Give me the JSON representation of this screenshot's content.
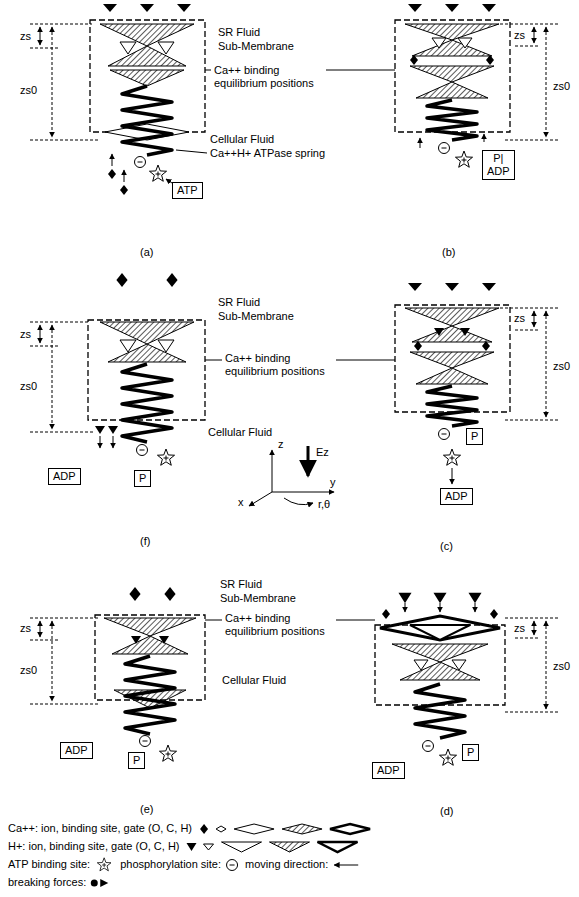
{
  "diagram": {
    "nodes": [
      {
        "text": [
          "ATP"
        ]
      },
      {
        "text": [
          "P|",
          "ADP"
        ]
      },
      {
        "text": [
          "ADP"
        ]
      },
      {
        "text": [
          "P"
        ]
      },
      {
        "text": [
          "P"
        ]
      },
      {
        "text": [
          "ADP"
        ]
      },
      {
        "text": [
          "ADP"
        ]
      },
      {
        "text": [
          "P"
        ]
      },
      {
        "text": [
          "P"
        ]
      },
      {
        "text": [
          "ADP"
        ]
      }
    ],
    "labels": [
      "SR Fluid",
      "Sub-Membrane",
      "Ca++ binding equilibrium positions",
      "zs",
      "zs0",
      "Cellular Fluid",
      "Ca++H+ ATPase spring",
      "(a)",
      "zs",
      "zs0",
      "(b)",
      "SR Fluid",
      "Sub-Membrane",
      "zs",
      "zs0",
      "Cellular Fluid",
      "(f)",
      "Ca++ binding equilibrium positions",
      "zs",
      "zs0",
      "(c)",
      "z",
      "Ez",
      "y",
      "x",
      "r,θ",
      "SR Fluid",
      "Sub-Membrane",
      "Ca++ binding equilibrium positions",
      "zs",
      "zs0",
      "Cellular Fluid",
      "(e)",
      "zs",
      "zs0",
      "(d)"
    ],
    "legend": [
      {
        "text": "Ca++: ion, binding site, gate (O, C, H)"
      },
      {
        "text": "H+: ion, binding site, gate (O, C, H)"
      },
      {
        "text": "ATP binding site:"
      },
      {
        "text": "phosphorylation site:"
      },
      {
        "text": "moving direction:"
      },
      {
        "text": "breaking forces:"
      }
    ]
  }
}
